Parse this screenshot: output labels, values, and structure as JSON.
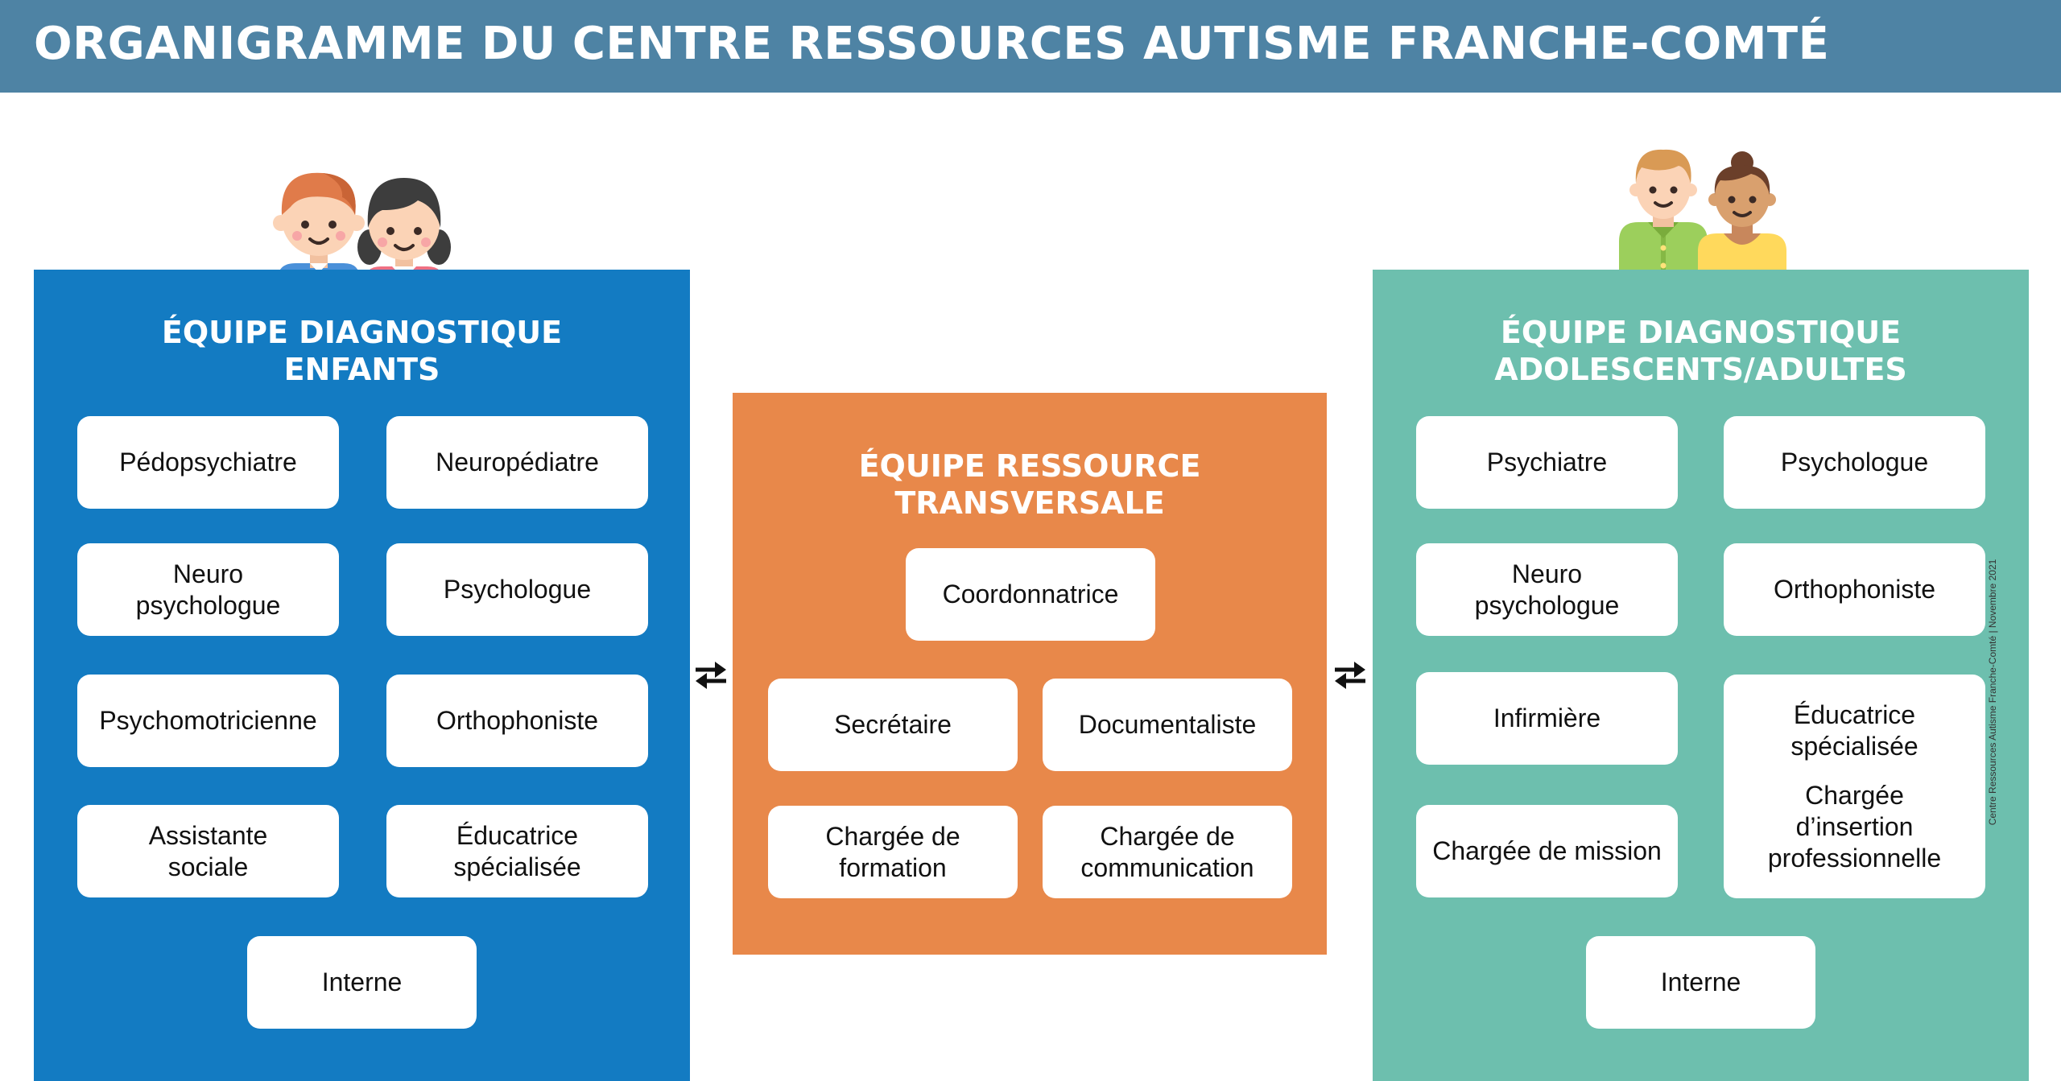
{
  "header": {
    "title": "ORGANIGRAMME DU CENTRE RESSOURCES AUTISME FRANCHE-COMTÉ"
  },
  "colors": {
    "header": "#4e83a4",
    "enfants": "#137bc2",
    "transversale": "#e8884a",
    "adultes": "#6dbfae",
    "role_box": "#ffffff"
  },
  "icons": {
    "enfants": "children-icon",
    "adultes": "adults-icon",
    "left_link": "bidirectional-arrows-icon",
    "right_link": "bidirectional-arrows-icon"
  },
  "enfants": {
    "title_line1": "ÉQUIPE DIAGNOSTIQUE",
    "title_line2": "ENFANTS",
    "roles": [
      "Pédopsychiatre",
      "Neuropédiatre",
      [
        "Neuro",
        "psychologue"
      ],
      "Psychologue",
      "Psychomotricienne",
      "Orthophoniste",
      [
        "Assistante",
        "sociale"
      ],
      [
        "Éducatrice",
        "spécialisée"
      ],
      "Interne"
    ]
  },
  "transversale": {
    "title_line1": "ÉQUIPE RESSOURCE",
    "title_line2": "TRANSVERSALE",
    "roles": [
      "Coordonnatrice",
      "Secrétaire",
      "Documentaliste",
      [
        "Chargée de",
        "formation"
      ],
      [
        "Chargée de",
        "communication"
      ]
    ]
  },
  "adultes": {
    "title_line1": "ÉQUIPE DIAGNOSTIQUE",
    "title_line2": "ADOLESCENTS/ADULTES",
    "roles": [
      "Psychiatre",
      "Psychologue",
      [
        "Neuro",
        "psychologue"
      ],
      "Orthophoniste",
      "Infirmière",
      [
        "Éducatrice",
        "spécialisée"
      ],
      "Chargée de mission",
      [
        "Chargée",
        "d’insertion",
        "professionnelle"
      ],
      "Interne"
    ]
  },
  "credit": "Centre Ressources Autisme Franche-Comté | Novembre 2021"
}
